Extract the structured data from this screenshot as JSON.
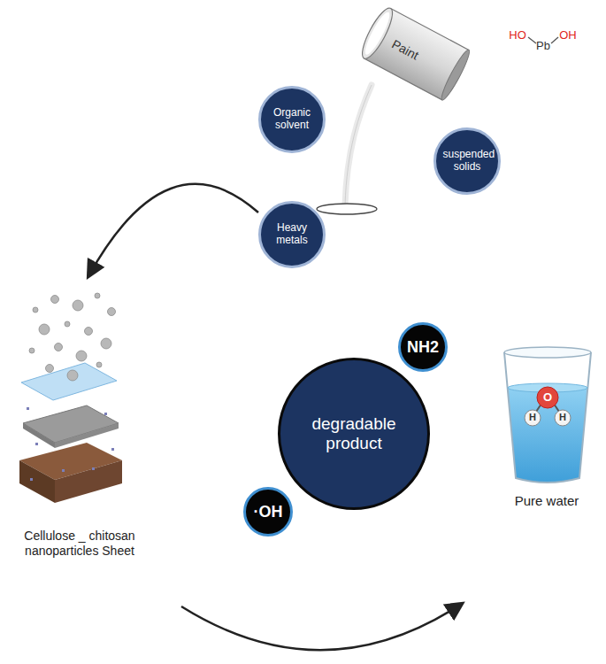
{
  "diagram": {
    "nodes": [
      {
        "text": [
          "Organic solvent"
        ]
      },
      {
        "text": [
          "suspended solids"
        ]
      },
      {
        "text": [
          "Heavy metals"
        ]
      },
      {
        "text": [
          "NH2"
        ]
      },
      {
        "text": [
          "degradable product"
        ]
      },
      {
        "text": [
          "·OH"
        ]
      }
    ],
    "labels": [
      "Paint",
      "HO",
      "Pb",
      "OH",
      "Cellulose _ chitosan nanoparticles Sheet",
      "O",
      "H",
      "H",
      "Pure water"
    ]
  }
}
